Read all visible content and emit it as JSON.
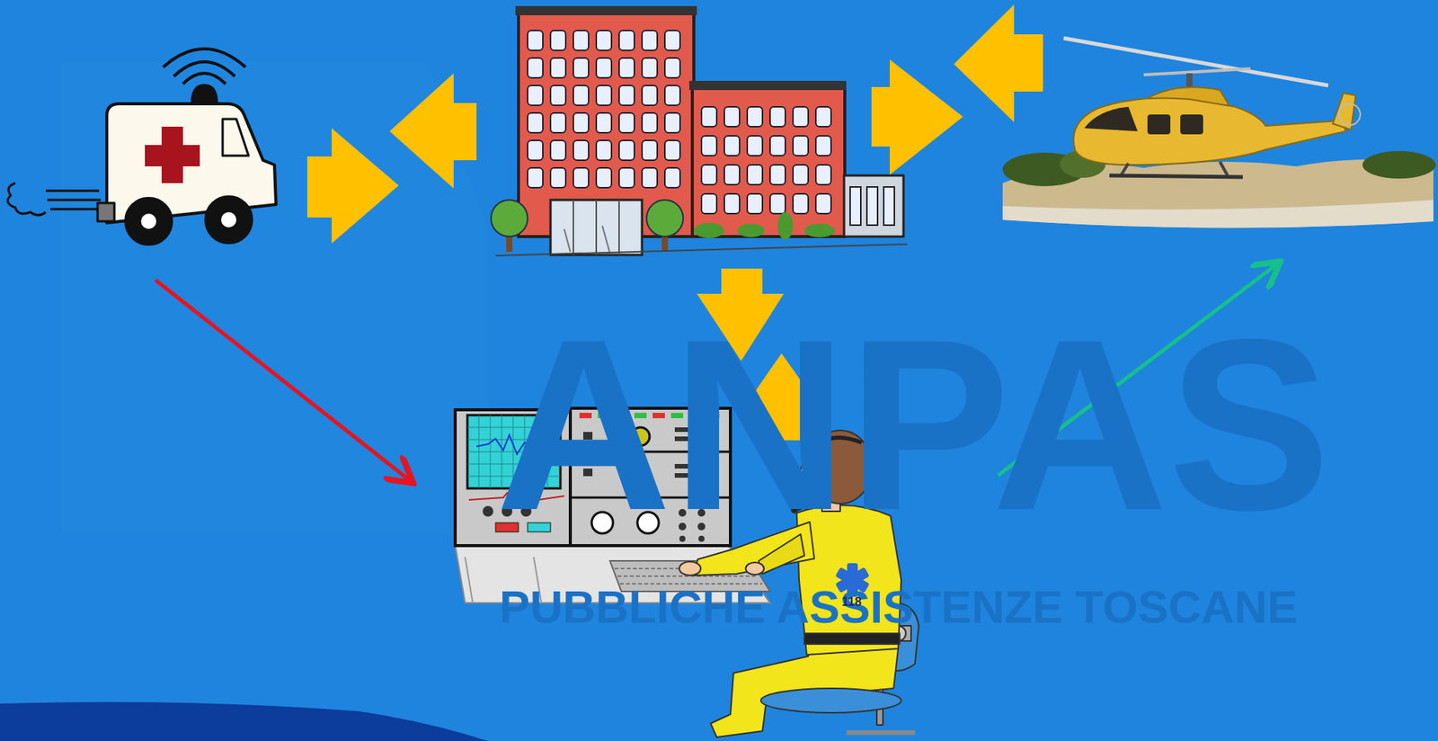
{
  "diagram": {
    "labels": [
      "ANPAS",
      "PUBBLICHE ASSISTENZE TOSCANE",
      "118"
    ]
  }
}
